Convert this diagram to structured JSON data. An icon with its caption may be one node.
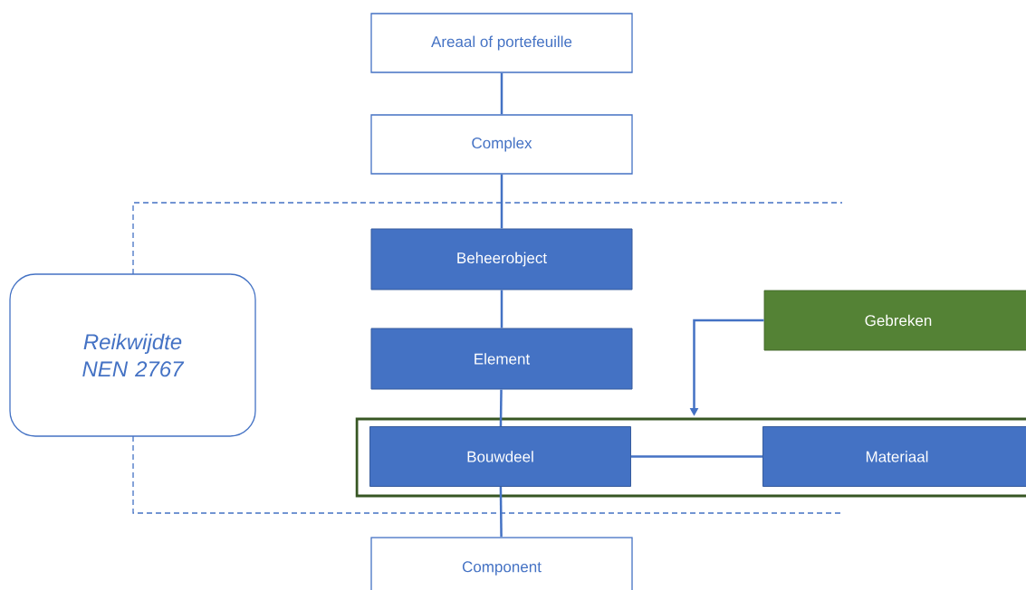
{
  "diagram": {
    "nodes": [
      {
        "text": [
          "Areaal of portefeuille"
        ]
      },
      {
        "text": [
          "Complex"
        ]
      },
      {
        "text": [
          "Reikwijdte NEN 2767"
        ]
      },
      {
        "text": [
          "Beheerobject"
        ]
      },
      {
        "text": [
          "Gebreken"
        ]
      },
      {
        "text": [
          "Element"
        ]
      },
      {
        "text": [],
        "shape": "box"
      },
      {
        "text": [
          "Bouwdeel"
        ],
        "in": 6
      },
      {
        "text": [
          "Materiaal"
        ],
        "in": 6
      },
      {
        "text": [
          "Component"
        ]
      }
    ],
    "edges": [
      {
        "from": 0,
        "to": 1,
        "arrow": "none"
      },
      {
        "from": 1,
        "to": 3,
        "arrow": "none"
      },
      {
        "from": 3,
        "to": 5,
        "arrow": "none"
      },
      {
        "from": 5,
        "to": 7,
        "arrow": "none"
      },
      {
        "from": 7,
        "to": 9,
        "arrow": "none"
      },
      {
        "from": 7,
        "to": 8,
        "arrow": "none"
      },
      {
        "from": 4,
        "to": 6,
        "arrow": "to"
      }
    ]
  }
}
